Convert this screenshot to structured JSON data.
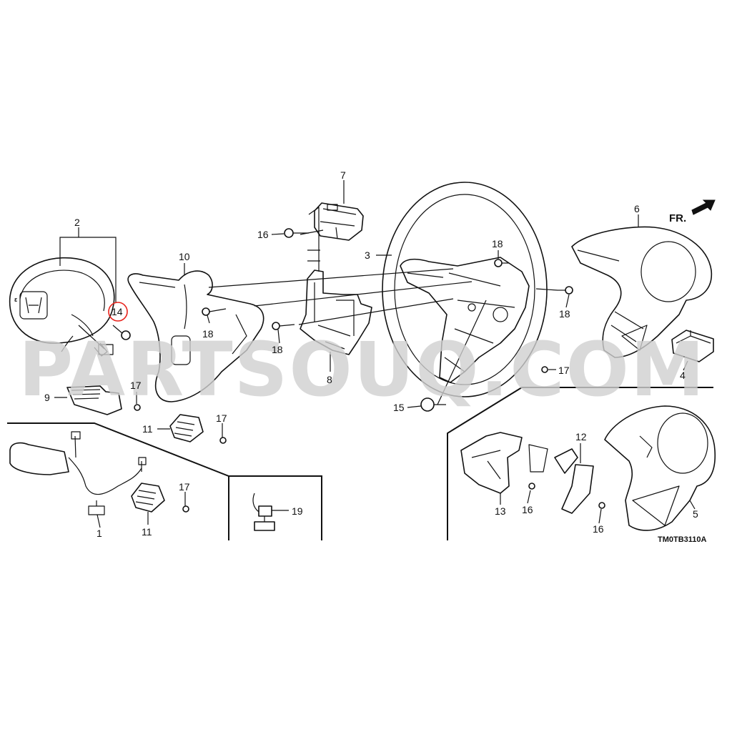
{
  "diagram": {
    "code": "TM0TB3110A",
    "direction_label": "FR.",
    "watermark": "PARTSOUQ.COM",
    "colors": {
      "line": "#111111",
      "highlight": "#e8221b",
      "watermark": "#cfcfcf"
    },
    "callouts": {
      "c1": "1",
      "c2": "2",
      "c3": "3",
      "c4": "4",
      "c5": "5",
      "c6": "6",
      "c7": "7",
      "c8": "8",
      "c9": "9",
      "c10": "10",
      "c11a": "11",
      "c11b": "11",
      "c12": "12",
      "c13": "13",
      "c14": "14",
      "c15": "15",
      "c16a": "16",
      "c16b": "16",
      "c16c": "16",
      "c17a": "17",
      "c17b": "17",
      "c17c": "17",
      "c17d": "17",
      "c18a": "18",
      "c18b": "18",
      "c18c": "18",
      "c18d": "18",
      "c19": "19"
    },
    "highlighted_callout": "14"
  }
}
